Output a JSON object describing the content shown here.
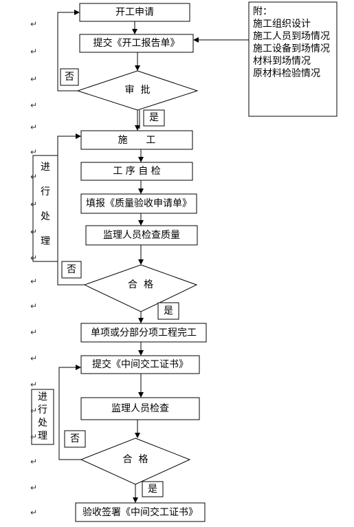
{
  "flow": {
    "start": "开工申请",
    "submit_report": "提交《开工报告单》",
    "approve": "审  批",
    "construct": "施      工",
    "self_check": "工 序 自 检",
    "fill_request": "填报《质量验收申请单》",
    "supervisor_quality": "监理人员检查质量",
    "qualified_1": "合  格",
    "item_complete": "单项或分部分项工程完工",
    "submit_certificate": "提交《中间交工证书》",
    "supervisor_check": "监理人员检查",
    "qualified_2": "合  格",
    "sign_certificate": "验收签署《中间交工证书》"
  },
  "decisions": {
    "no": "否",
    "yes": "是"
  },
  "side_notes": {
    "process_1": [
      "进",
      "行",
      "处",
      "理"
    ],
    "process_2": [
      "进",
      "行",
      "处",
      "理"
    ]
  },
  "attachment": {
    "title": "附：",
    "items": [
      "施工组织设计",
      "施工人员到场情况",
      "施工设备到场情况",
      "材料到场情况",
      "原材料检验情况"
    ]
  },
  "paragraph_mark": "↵"
}
